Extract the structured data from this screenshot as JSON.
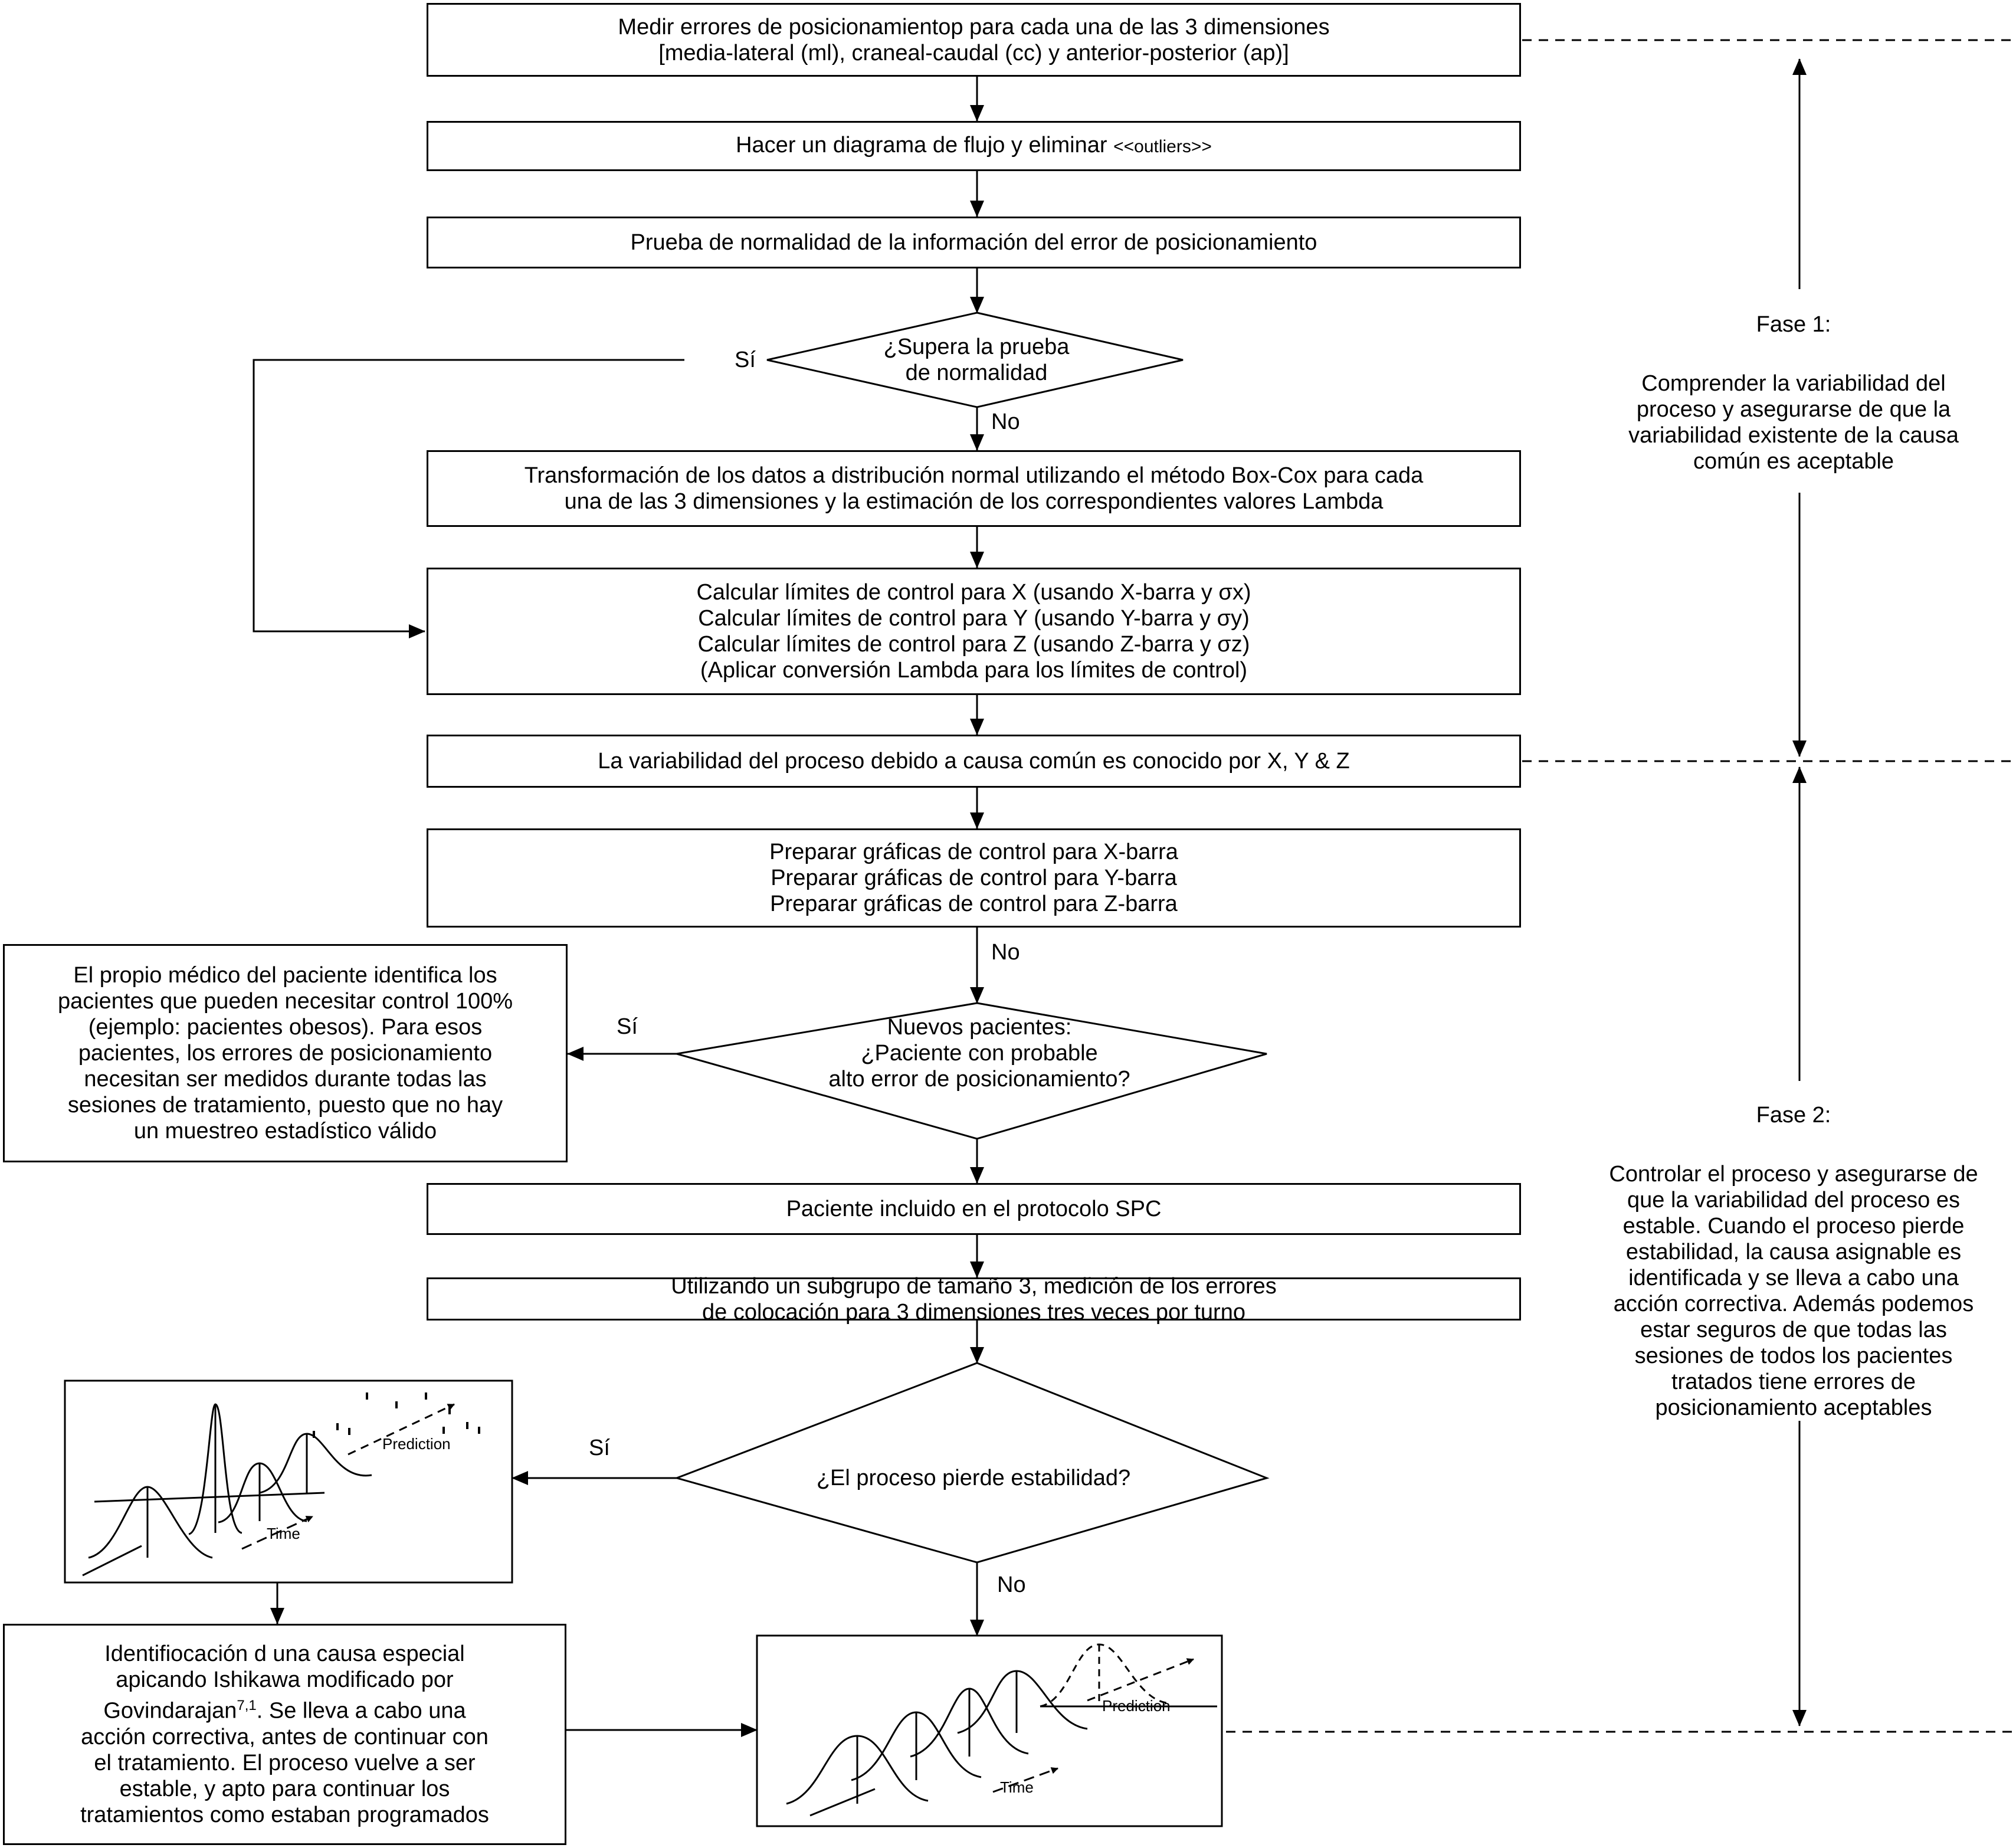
{
  "boxes": {
    "measure": "Medir errores de posicionamientop para cada una de las 3 dimensiones\n[media-lateral (ml), craneal-caudal (cc) y anterior-posterior (ap)]",
    "flowchart_outliers": "Hacer un diagrama de flujo y eliminar",
    "outliers_word": "<<outliers>>",
    "normality_test": "Prueba de normalidad de la información del error de posicionamiento",
    "boxcox": "Transformación de los datos a distribución normal utilizando el método Box-Cox para cada\nuna de las 3 dimensiones y la estimación de los correspondientes valores Lambda",
    "control_limits": "Calcular límites de control para X (usando X-barra y σx)\nCalcular límites de control para Y (usando Y-barra y σy)\nCalcular límites de control para Z (usando Z-barra y σz)\n(Aplicar conversión Lambda para los límites de control)",
    "variability_known": "La variabilidad del proceso debido a causa común es conocido por X, Y & Z",
    "prepare_charts": "Preparar gráficas de control para X-barra\nPreparar gráficas de control para Y-barra\nPreparar gráficas de control para Z-barra",
    "physician_note": "El propio médico del paciente identifica los\npacientes que pueden necesitar control 100%\n(ejemplo: pacientes obesos). Para esos\npacientes, los errores de posicionamiento\nnecesitan ser medidos durante todas las\nsesiones de tratamiento, puesto que no hay\nun muestreo estadístico válido",
    "patient_included": "Paciente incluido en el protocolo SPC",
    "subgroup": "Utilizando un subgrupo de tamaño 3, medición de los errores\nde colocación para 3 dimensiones tres veces por turno",
    "ishikawa_pre": "Identifiocación d una causa especial\napicando Ishikawa modificado por\nGovindarajan",
    "ishikawa_sup": "7,1",
    "ishikawa_post": ". Se lleva a cabo una\nacción correctiva, antes de continuar con\nel tratamiento. El proceso vuelve a ser\nestable, y apto para continuar los\ntratamientos como estaban programados"
  },
  "decisions": {
    "normality_pass": "¿Supera la prueba\nde normalidad",
    "new_patients": "Nuevos pacientes:\n¿Paciente con probable\nalto error de posicionamiento?",
    "loses_stability": "¿El proceso pierde estabilidad?"
  },
  "branch_labels": {
    "yes": "Sí",
    "no": "No"
  },
  "phases": {
    "phase1_title": "Fase 1:",
    "phase1_text": "Comprender la variabilidad del\nproceso y asegurarse de que la\nvariabilidad existente de la causa\ncomún es aceptable",
    "phase2_title": "Fase 2:",
    "phase2_text": "Controlar el proceso y asegurarse de\nque la variabilidad del proceso es\nestable. Cuando el proceso pierde\nestabilidad, la causa asignable es\nidentificada y se lleva a cabo una\nacción correctiva. Además podemos\nestar seguros de que todas las\nsesiones de todos los pacientes\ntratados tiene errores de\nposicionamiento aceptables"
  },
  "figure_labels": {
    "prediction": "Prediction",
    "time": "Time"
  }
}
